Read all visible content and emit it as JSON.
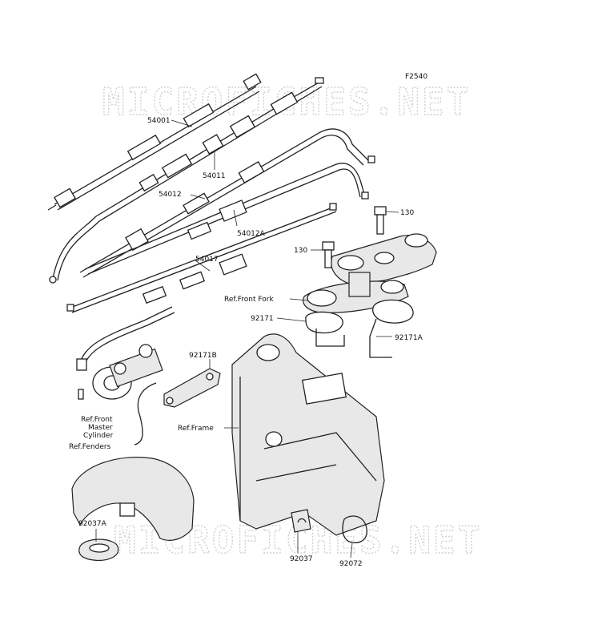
{
  "diagram_code": "F2540",
  "watermark_top": "MICROFICHES.NET",
  "watermark_bottom": "MICROFICHES.NET",
  "labels": {
    "p54001": "54001",
    "p54011": "54011",
    "p54012": "54012",
    "p54012A": "54012A",
    "p54017": "54017",
    "p130_a": "130",
    "p130_b": "130",
    "ref_front_fork": "Ref.Front Fork",
    "p92171": "92171",
    "p92171A": "92171A",
    "p92171B": "92171B",
    "ref_front_master_line1": "Ref.Front",
    "ref_front_master_line2": "Master",
    "ref_front_master_line3": "Cylinder",
    "ref_frame": "Ref.Frame",
    "ref_fenders": "Ref.Fenders",
    "p92037A": "92037A",
    "p92037": "92037",
    "p92072": "92072"
  }
}
